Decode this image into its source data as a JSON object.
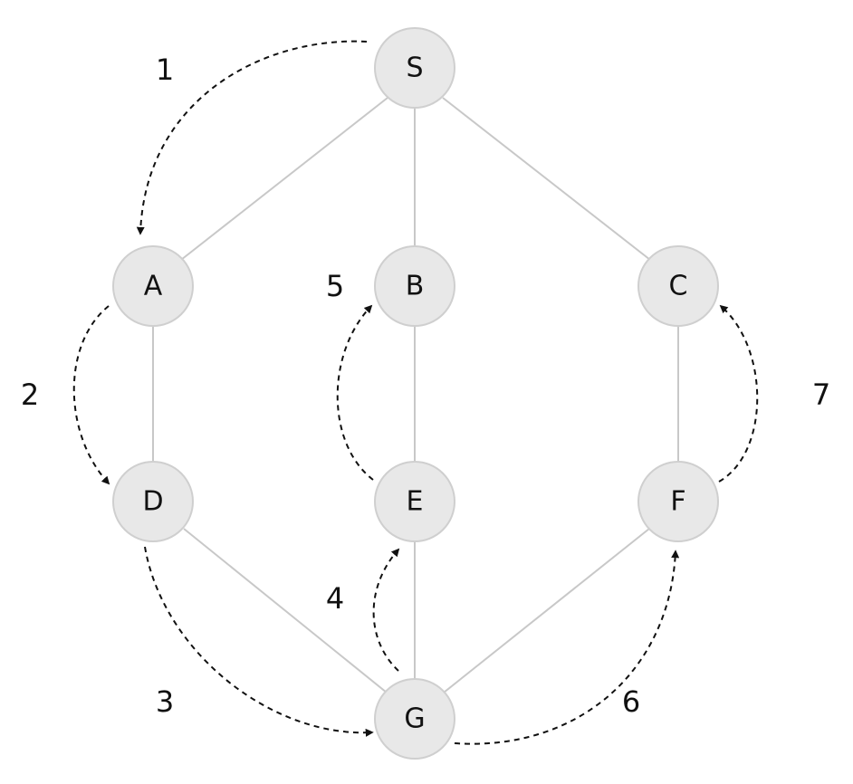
{
  "nodes": [
    {
      "id": "S",
      "label": "S"
    },
    {
      "id": "A",
      "label": "A"
    },
    {
      "id": "B",
      "label": "B"
    },
    {
      "id": "C",
      "label": "C"
    },
    {
      "id": "D",
      "label": "D"
    },
    {
      "id": "E",
      "label": "E"
    },
    {
      "id": "F",
      "label": "F"
    },
    {
      "id": "G",
      "label": "G"
    }
  ],
  "edges": [
    {
      "from": "S",
      "to": "A"
    },
    {
      "from": "S",
      "to": "B"
    },
    {
      "from": "S",
      "to": "C"
    },
    {
      "from": "A",
      "to": "D"
    },
    {
      "from": "B",
      "to": "E"
    },
    {
      "from": "C",
      "to": "F"
    },
    {
      "from": "D",
      "to": "G"
    },
    {
      "from": "E",
      "to": "G"
    },
    {
      "from": "F",
      "to": "G"
    }
  ],
  "traversal_steps": [
    {
      "step": "1",
      "from": "S",
      "to": "A"
    },
    {
      "step": "2",
      "from": "A",
      "to": "D"
    },
    {
      "step": "3",
      "from": "D",
      "to": "G"
    },
    {
      "step": "4",
      "from": "G",
      "to": "E"
    },
    {
      "step": "5",
      "from": "E",
      "to": "B"
    },
    {
      "step": "6",
      "from": "G",
      "to": "F"
    },
    {
      "step": "7",
      "from": "F",
      "to": "C"
    }
  ]
}
